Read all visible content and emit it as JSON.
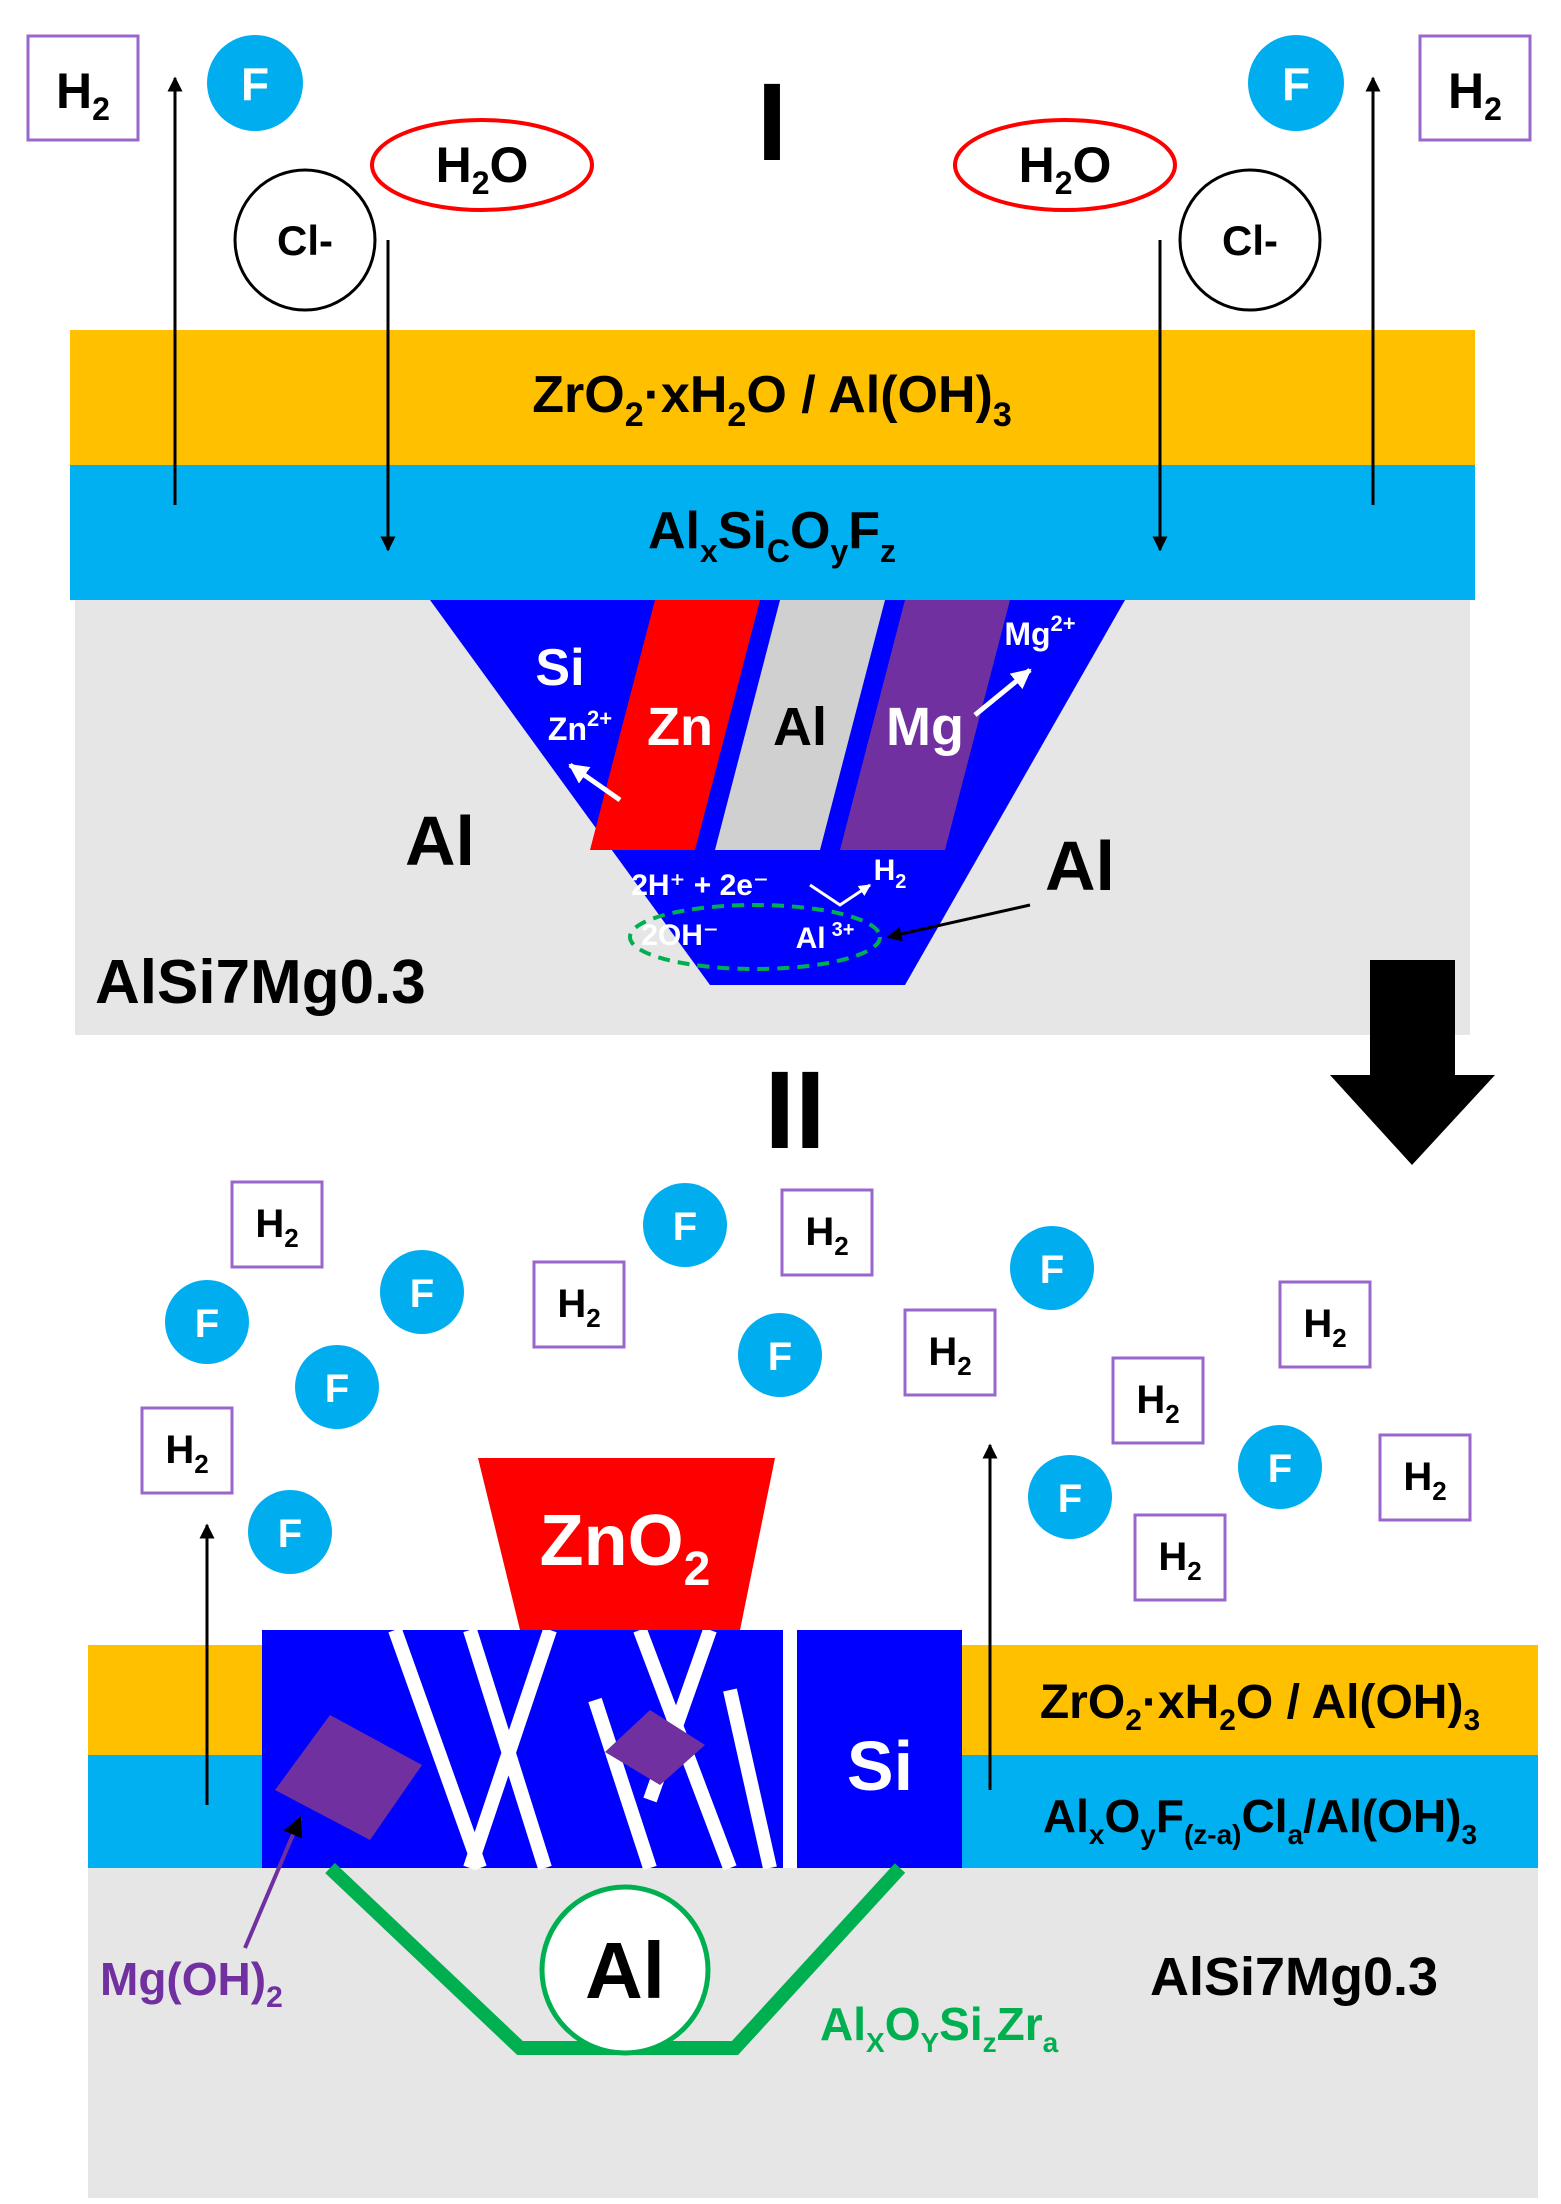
{
  "panel_top": {
    "roman": "I",
    "coating_outer": {
      "base_1": "ZrO",
      "sub_1": "2",
      "base_2": "·xH",
      "sub_2": "2",
      "base_3": "O / Al(OH)",
      "sub_3": "3"
    },
    "coating_inner": {
      "base_1": "Al",
      "sub_1": "x",
      "base_2": "Si",
      "sub_2": "C",
      "base_3": "O",
      "sub_3": "y",
      "base_4": "F",
      "sub_4": "z"
    },
    "species": {
      "h2_base": "H",
      "h2_sub": "2",
      "h2o_base_1": "H",
      "h2o_sub": "2",
      "h2o_base_2": "O",
      "fluoride": "F",
      "chloride": "Cl-"
    },
    "pit": {
      "si": "Si",
      "zn_ion_base": "Zn",
      "zn_ion_sup": "2+",
      "zn": "Zn",
      "al": "Al",
      "mg": "Mg",
      "mg_ion_base": "Mg",
      "mg_ion_sup": "2+",
      "cathodic": "2H⁺ + 2e⁻",
      "cathodic_h2_base": "H",
      "cathodic_h2_sub": "2",
      "hydroxide": "2OH⁻",
      "al_ion_base": "Al",
      "al_ion_sup": "3+"
    },
    "matrix_label": "Al",
    "al_pointer_label": "Al",
    "alloy_label": "AlSi7Mg0.3"
  },
  "panel_bottom": {
    "roman": "II",
    "coating_outer": {
      "base_1": "ZrO",
      "sub_1": "2",
      "base_2": "·xH",
      "sub_2": "2",
      "base_3": "O / Al(OH)",
      "sub_3": "3"
    },
    "coating_inner": {
      "base_1": "Al",
      "sub_1": "x",
      "base_2": "O",
      "sub_2": "y",
      "base_3": "F",
      "sub_3": "(z-a)",
      "base_4": "Cl",
      "sub_4": "a",
      "base_5": "/Al(OH)",
      "sub_5": "3"
    },
    "zno2": {
      "base": "ZnO",
      "sub": "2"
    },
    "si_label": "Si",
    "al_core": "Al",
    "mgoh2": {
      "base": "Mg(OH)",
      "sub": "2"
    },
    "oxide_shell": {
      "base_1": "Al",
      "sub_1": "X",
      "base_2": "O",
      "sub_2": "Y",
      "base_3": "Si",
      "sub_3": "z",
      "base_4": "Zr",
      "sub_4": "a"
    },
    "alloy_label": "AlSi7Mg0.3",
    "h2": {
      "base": "H",
      "sub": "2"
    },
    "fluoride": "F"
  },
  "colors": {
    "zro2_layer": "#FFC000",
    "inner_layer": "#00B0F0",
    "substrate": "#E6E6E6",
    "si_phase": "#0000FF",
    "zn_phase": "#FF0000",
    "al_phase": "#D0D0D0",
    "mg_phase": "#7030A0",
    "fluoride_ball": "#00AEEF",
    "h2o_ring": "#FF0000",
    "h2_box": "#9966CC",
    "oxide_shell": "#00B050",
    "mgoh2": "#7030A0"
  }
}
